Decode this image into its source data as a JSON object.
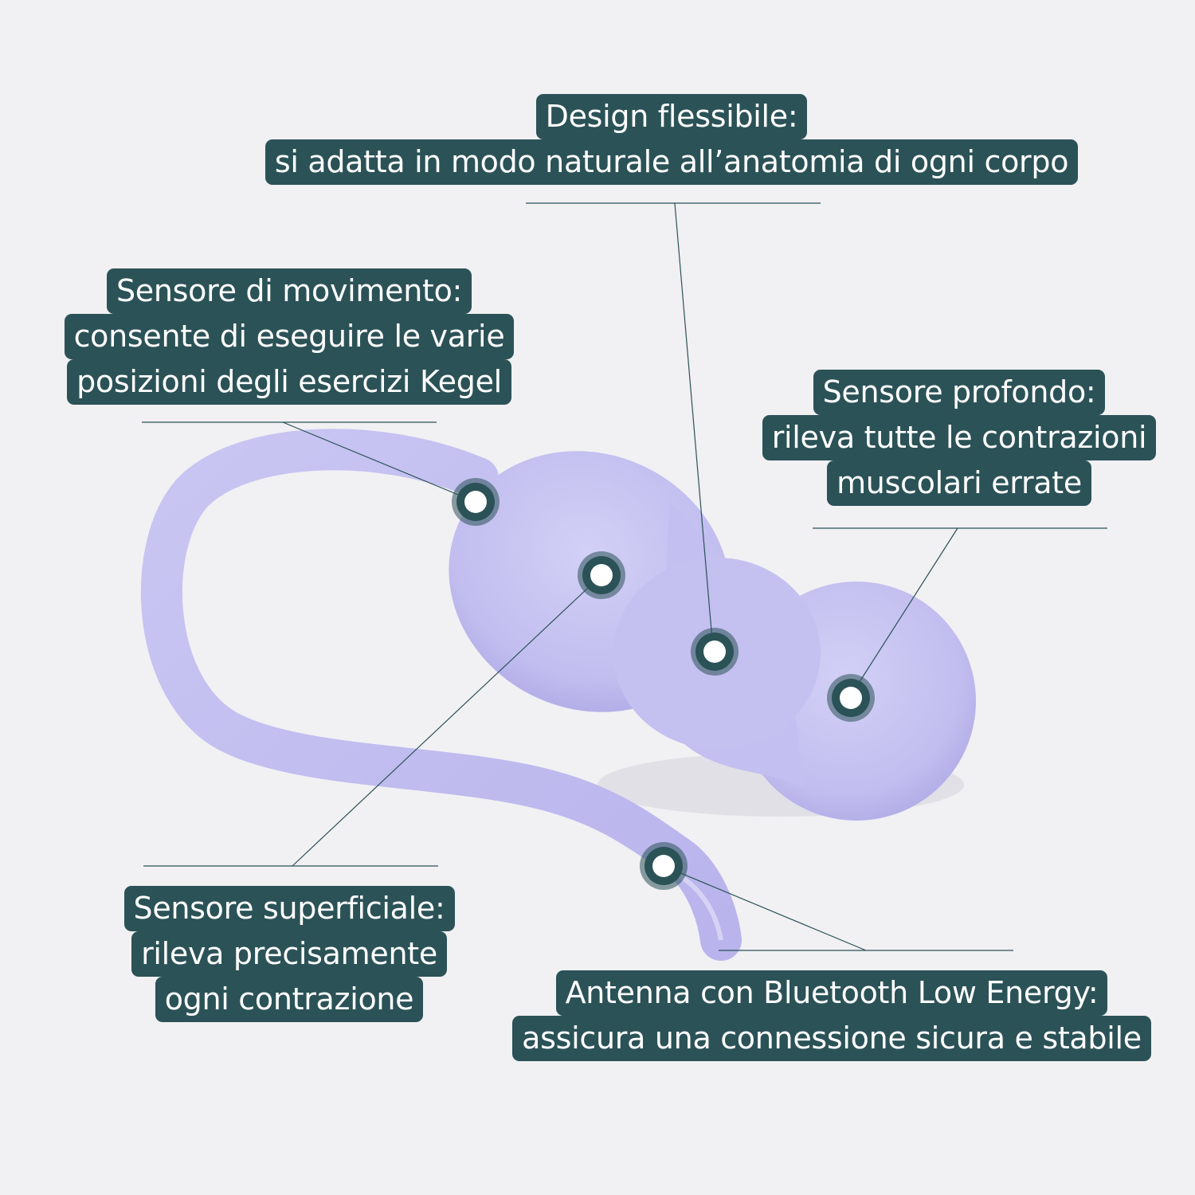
{
  "colors": {
    "background": "#f1f0f3",
    "label_bg": "#2b5257",
    "label_text": "#ffffff",
    "device": "#c2bff0",
    "marker_ring": "#2b5257",
    "marker_dot": "#ffffff"
  },
  "callouts": {
    "design": {
      "title": "Design flessibile:",
      "lines": [
        "si adatta in modo naturale all’anatomia di ogni corpo"
      ]
    },
    "movimento": {
      "title": "Sensore di movimento:",
      "lines": [
        "consente di eseguire le varie",
        "posizioni degli esercizi Kegel"
      ]
    },
    "profondo": {
      "title": "Sensore profondo:",
      "lines": [
        "rileva tutte le contrazioni",
        "muscolari errate"
      ]
    },
    "superficiale": {
      "title": "Sensore superficiale:",
      "lines": [
        "rileva precisamente",
        "ogni contrazione"
      ]
    },
    "antenna": {
      "title": "Antenna con Bluetooth Low Energy:",
      "lines": [
        "assicura una connessione sicura e stabile"
      ]
    }
  }
}
